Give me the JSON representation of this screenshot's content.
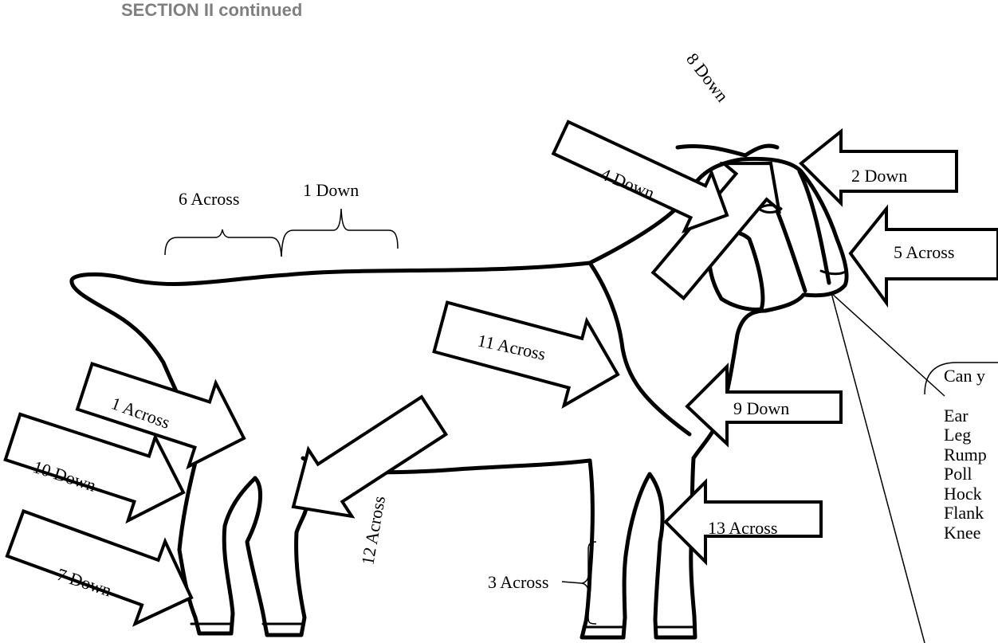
{
  "page": {
    "heading": "SECTION II continued"
  },
  "labels": {
    "down_8": "8 Down",
    "down_2": "2 Down",
    "down_4": "4 Down",
    "across_5": "5 Across",
    "across_6": "6 Across",
    "down_1": "1 Down",
    "across_11": "11 Across",
    "down_9": "9 Down",
    "across_1": "1 Across",
    "down_10": "10 Down",
    "across_12": "12 Across",
    "across_13": "13 Across",
    "down_7": "7 Down",
    "across_3": "3 Across"
  },
  "callout": {
    "question": "Can y",
    "words": [
      "Ear",
      "Leg",
      "Rump",
      "Poll",
      "Hock",
      "Flank",
      "Knee"
    ]
  },
  "colors": {
    "heading": "#7f7f7f",
    "line": "#000000",
    "background": "#ffffff"
  }
}
